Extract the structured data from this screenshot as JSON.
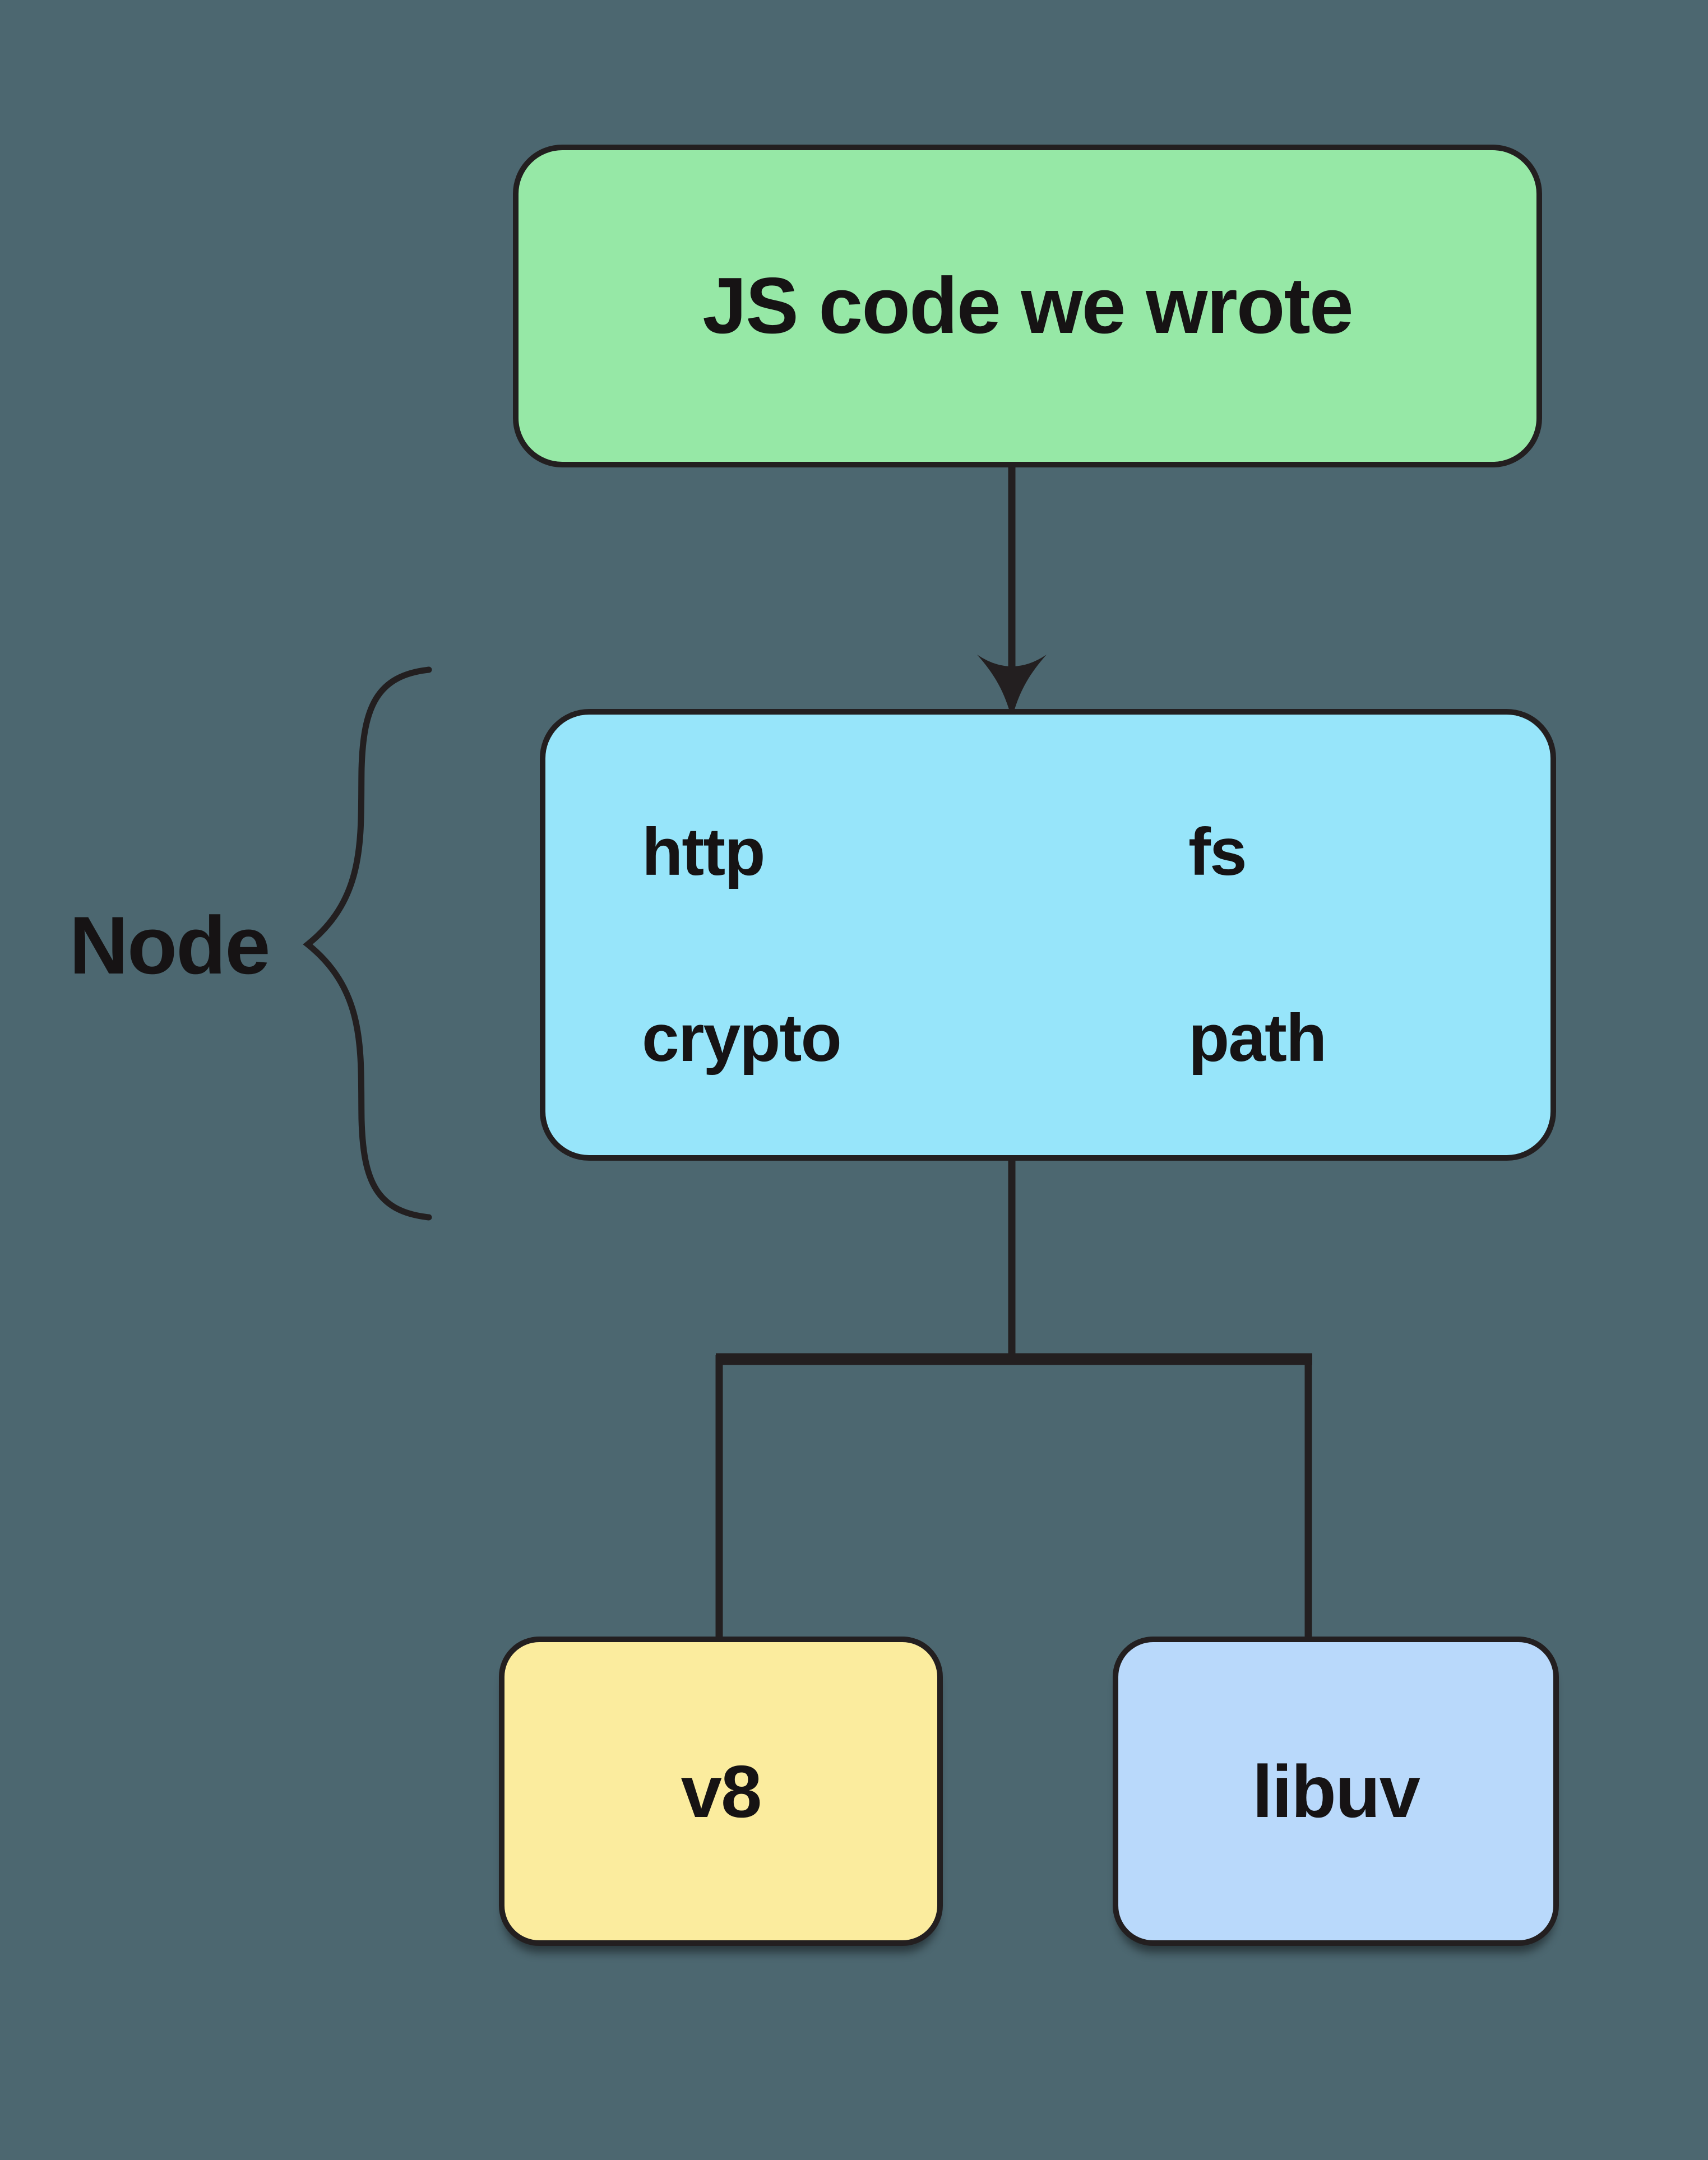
{
  "canvas": {
    "background_color": "#4C6770",
    "line_color": "#231F20",
    "text_color": "#161314"
  },
  "diagram": {
    "nodes": {
      "js_code": {
        "label": "JS code we wrote",
        "fill": "#96E8A6"
      },
      "node_runtime": {
        "modules": [
          "http",
          "fs",
          "crypto",
          "path"
        ],
        "fill": "#97E5FA"
      },
      "v8": {
        "label": "v8",
        "fill": "#FBEC9E"
      },
      "libuv": {
        "label": "libuv",
        "fill": "#B9D9FB"
      }
    },
    "annotation": {
      "label": "Node"
    },
    "edges": [
      {
        "from": "js_code",
        "to": "node_runtime",
        "style": "arrow"
      },
      {
        "from": "node_runtime",
        "to": "v8",
        "style": "line"
      },
      {
        "from": "node_runtime",
        "to": "libuv",
        "style": "line"
      }
    ]
  }
}
